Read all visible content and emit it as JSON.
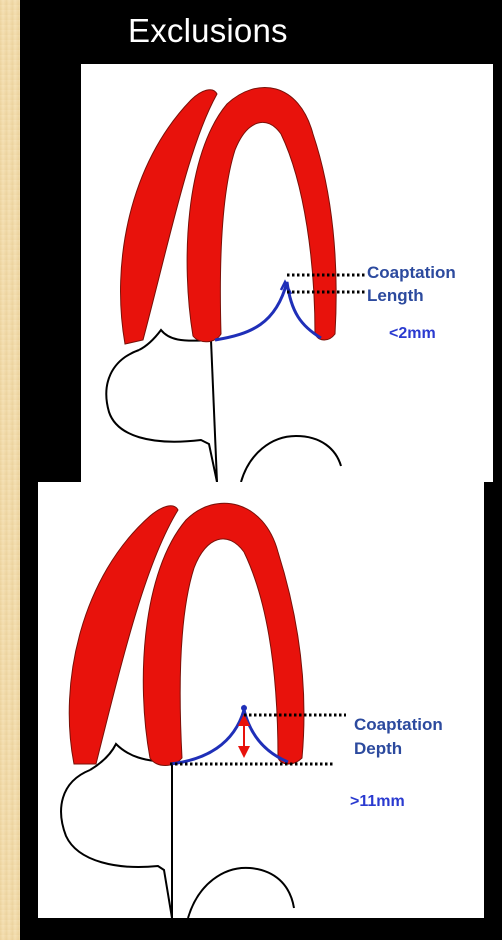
{
  "slide": {
    "title": "Exclusions"
  },
  "top_figure": {
    "label_line1": "Coaptation",
    "label_line2": "Length",
    "threshold": "<2mm"
  },
  "bottom_figure": {
    "label_line1": "Coaptation",
    "label_line2": "Depth",
    "threshold": ">11mm"
  },
  "colors": {
    "leaflet_red": "#e8120c",
    "annulus_blue": "#1f2fb8",
    "arrow_red": "#e8120c",
    "label_blue": "#2c4a9e",
    "background": "#000000",
    "border": "#f2ddb0"
  }
}
